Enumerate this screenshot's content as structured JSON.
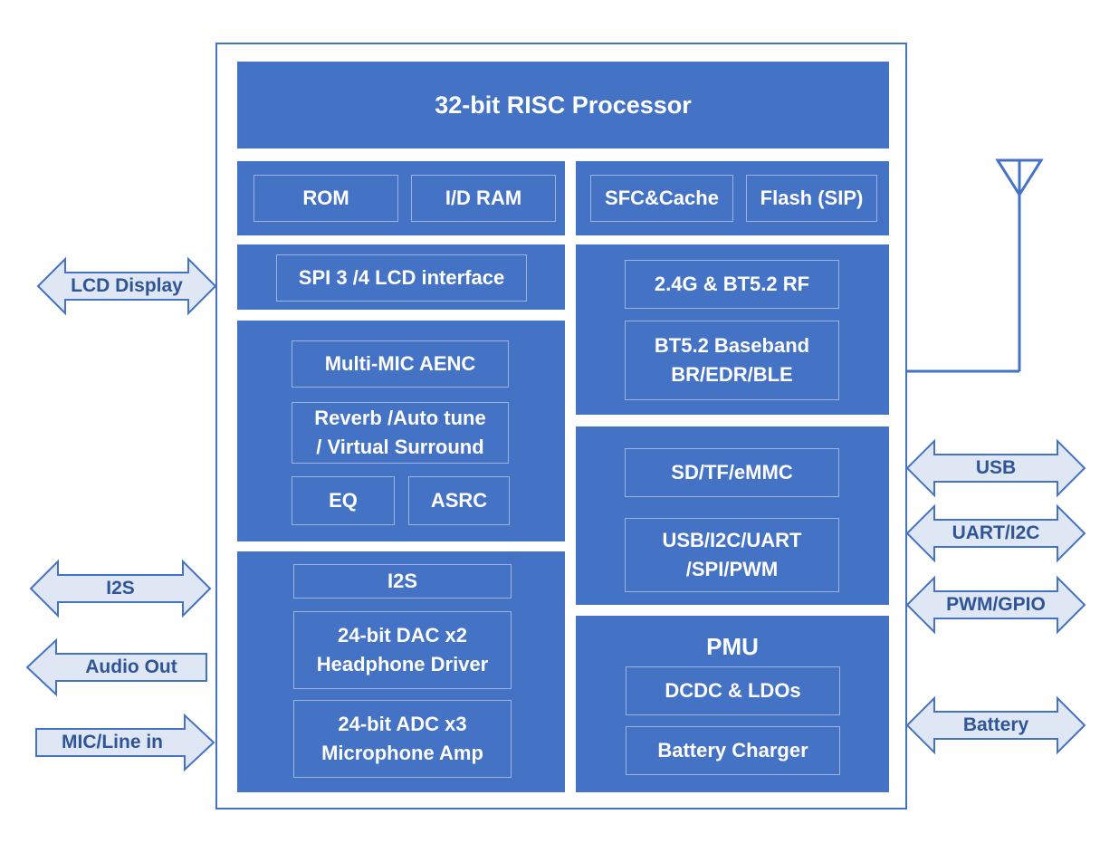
{
  "chip": {
    "processor": "32-bit RISC Processor",
    "memory": {
      "rom": "ROM",
      "ram": "I/D RAM"
    },
    "flash": {
      "sfc": "SFC&Cache",
      "flash": "Flash (SIP)"
    },
    "lcd_interface": "SPI 3 /4 LCD interface",
    "audio_dsp": {
      "aenc": "Multi-MIC AENC",
      "effects": "Reverb /Auto tune\n/ Virtual Surround",
      "eq": "EQ",
      "asrc": "ASRC"
    },
    "codec": {
      "i2s": "I2S",
      "dac": "24-bit DAC x2\nHeadphone Driver",
      "adc": "24-bit ADC x3\nMicrophone Amp"
    },
    "rf": {
      "rf": "2.4G & BT5.2 RF",
      "baseband": "BT5.2 Baseband\nBR/EDR/BLE"
    },
    "peripherals": {
      "storage": "SD/TF/eMMC",
      "interfaces": "USB/I2C/UART\n/SPI/PWM"
    },
    "pmu": {
      "title": "PMU",
      "dcdc": "DCDC & LDOs",
      "charger": "Battery Charger"
    }
  },
  "external": {
    "left": {
      "lcd": "LCD Display",
      "i2s": "I2S",
      "audio_out": "Audio Out",
      "mic_in": "MIC/Line in"
    },
    "right": {
      "usb": "USB",
      "uart": "UART/I2C",
      "pwm": "PWM/GPIO",
      "battery": "Battery"
    }
  },
  "colors": {
    "block": "#4472c4",
    "border": "#4472c4",
    "arrow_fill": "#dfe7f5",
    "arrow_stroke": "#4472c4",
    "arrow_text": "#2f5597"
  }
}
